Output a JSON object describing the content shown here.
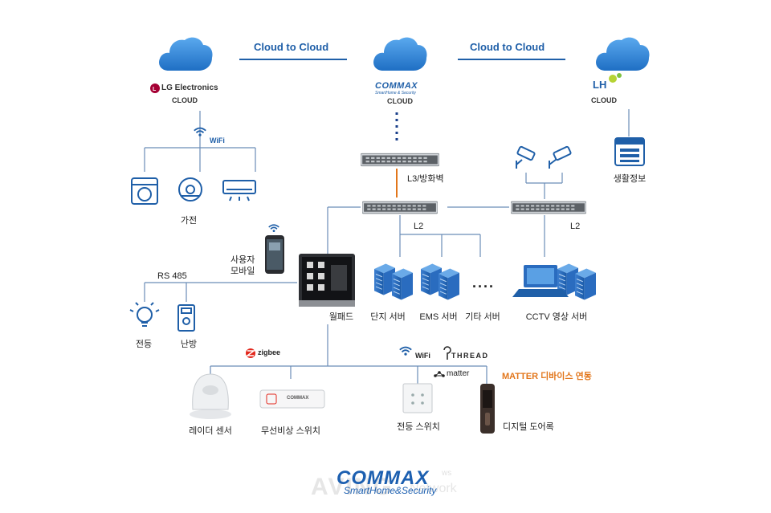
{
  "clouds": {
    "lg": {
      "brand": "LG Electronics",
      "label": "CLOUD"
    },
    "commax": {
      "brand": "COMMAX",
      "brand_sub": "SmartHome & Security",
      "label": "CLOUD"
    },
    "lh": {
      "brand": "LH",
      "label": "CLOUD"
    }
  },
  "links": {
    "left": "Cloud to Cloud",
    "right": "Cloud to Cloud"
  },
  "lg_branch": {
    "wifi": "WiFi",
    "appliances": "가전"
  },
  "lh_branch": {
    "info": "생활정보"
  },
  "network": {
    "firewall": "L3/방화벽",
    "l2_left": "L2",
    "l2_right": "L2"
  },
  "servers": {
    "complex": "단지 서버",
    "ems": "EMS 서버",
    "other": "기타 서버",
    "dots": "....",
    "cctv": "CCTV 영상 서버"
  },
  "wallpad": {
    "label": "월패드",
    "mobile": "사용자\n모바일"
  },
  "rs485": {
    "label": "RS 485",
    "light": "전등",
    "heating": "난방"
  },
  "zigbee": {
    "logo": "zigbee",
    "radar": "레이더 센서",
    "emergency": "무선비상 스위치",
    "emergency_brand": "COMMAX"
  },
  "matter": {
    "wifi": "WiFi",
    "thread": "THREAD",
    "matter": "matter",
    "title": "MATTER 디바이스 연동",
    "light_switch": "전등 스위치",
    "doorlock": "디지털 도어록"
  },
  "footer": {
    "logo": "COMMAX",
    "sub": "SmartHome&Security",
    "watermark": "AVING",
    "watermark2": "Network",
    "watermark3": "ws"
  },
  "colors": {
    "cloud": "#2b7fd4",
    "line": "#5a86b8",
    "accent": "#e2761b",
    "brand": "#1c5fb0"
  }
}
